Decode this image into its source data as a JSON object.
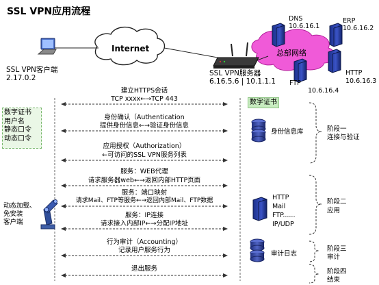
{
  "title": "SSL VPN应用流程",
  "top": {
    "internet": "Internet",
    "client_line1": "SSL VPN客户端",
    "client_line2": "2.17.0.2",
    "hq_network": "总部网络",
    "server_line1": "SSL VPN服务器",
    "server_line2": "6.16.5.6 | 10.1.1.1",
    "dns_name": "DNS",
    "dns_ip": "10.6.16.1",
    "erp_name": "ERP",
    "erp_ip": "10.6.16.2",
    "http_name": "HTTP",
    "http_ip": "10.6.16.3",
    "ftp_name": "FTP",
    "ftp_ip": "10.6.16.4"
  },
  "left": {
    "box_lines": [
      "数字证书",
      "用户名",
      "静态口令",
      "动态口令"
    ],
    "dynamic_line1": "动态加载、",
    "dynamic_line2": "免安装",
    "dynamic_line3": "客户端"
  },
  "flows": [
    {
      "line1": "建立HTTPS会话",
      "line2": "TCP xxxx←→TCP 443"
    },
    {
      "line1": "身份确认（Authentication",
      "line2": "提供身份信息←→验证身份信息"
    },
    {
      "line1": "应用授权（Authorization）",
      "line2": "←可访问的SSL VPN服务列表"
    },
    {
      "line1": "服务：WEB代理",
      "line2": "请求服务器web←→返回内部HTTP页面"
    },
    {
      "line1": "服务：端口映射",
      "line2": "请求Mail、FTP等服务←→返回内部Mail、FTP数据"
    },
    {
      "line1": "服务：IP连接",
      "line2": "请求接入内部IP←→分配IP地址"
    },
    {
      "line1": "行为审计（Accounting）",
      "line2": "记录用户服务行为"
    },
    {
      "line1": "退出服务",
      "line2": ""
    }
  ],
  "right": {
    "cert_label": "数字证书",
    "identity_db": "身份信息库",
    "services": [
      "HTTP",
      "Mail",
      "FTP......",
      "IP/UDP"
    ],
    "audit_log": "审计日志"
  },
  "stages": [
    {
      "line1": "阶段一",
      "line2": "连接与验证"
    },
    {
      "line1": "阶段二",
      "line2": "应用"
    },
    {
      "line1": "阶段三",
      "line2": "审计"
    },
    {
      "line1": "阶段四",
      "line2": "结束"
    }
  ]
}
